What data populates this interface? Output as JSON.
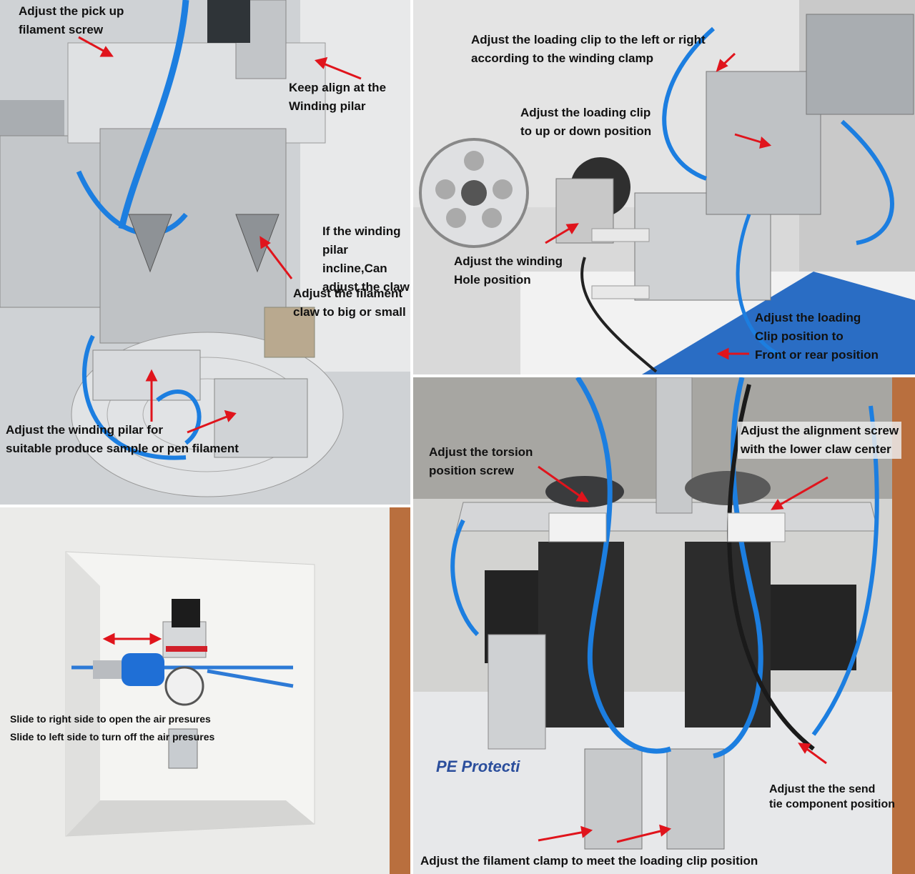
{
  "panels": {
    "top_left": {
      "labels": [
        "Adjust the pick  up\nfilament screw",
        "Keep align at the\nWinding pilar",
        "If the winding\npilar incline,Can\nadjust the claw",
        "Adjust the filament\nclaw to big or small",
        "Adjust the winding pilar for\nsuitable produce sample or pen filament"
      ]
    },
    "top_right": {
      "labels": [
        "Adjust the loading clip to the left or right\naccording to the winding clamp",
        "Adjust the loading clip\nto up or down position",
        "Adjust the winding\nHole position",
        "Adjust the loading\nClip position to\nFront or rear position"
      ]
    },
    "bottom_left": {
      "labels": [
        "Slide to right side to open the air presures",
        "Slide to left side to turn off the air presures"
      ]
    },
    "bottom_right": {
      "labels": [
        "Adjust the torsion\nposition screw",
        "Adjust the alignment screw\nwith the lower claw center",
        "Adjust the the send\ntie component position",
        "Adjust the filament clamp to meet the loading clip position"
      ],
      "watermark": "PE Protecti"
    }
  },
  "colors": {
    "arrow": "#e0141c",
    "tube": "#1c7ee0",
    "metal": "#b9bcc0"
  }
}
